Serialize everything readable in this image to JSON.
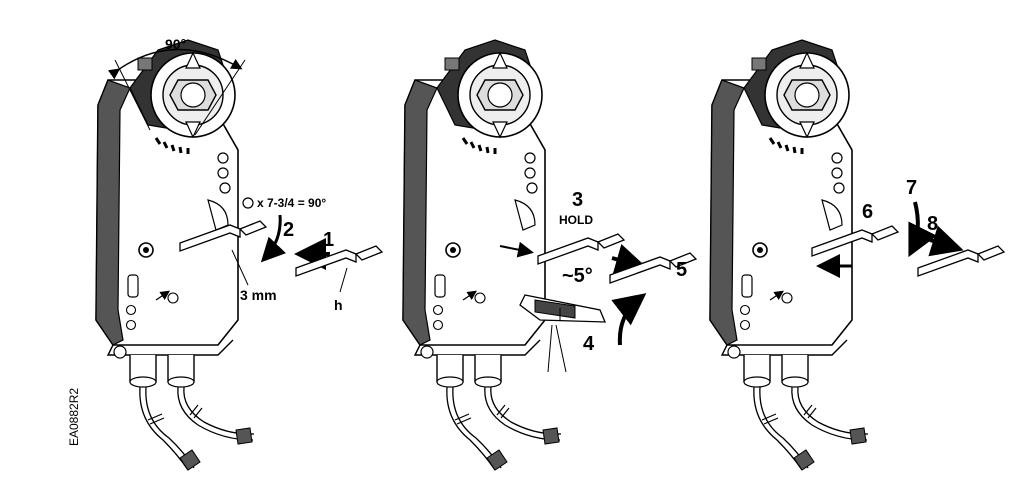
{
  "diagram": {
    "code": "EA0882R2",
    "panel1": {
      "angle_label": "90°",
      "formula": "x 7-3/4 = 90°",
      "step1": "1",
      "step2": "2",
      "wrench_size": "3 mm",
      "tool_label": "h"
    },
    "panel2": {
      "step3": "3",
      "hold": "HOLD",
      "step4": "4",
      "step5": "5",
      "angle_small": "~5°"
    },
    "panel3": {
      "step6": "6",
      "step7": "7",
      "step8": "8"
    }
  }
}
